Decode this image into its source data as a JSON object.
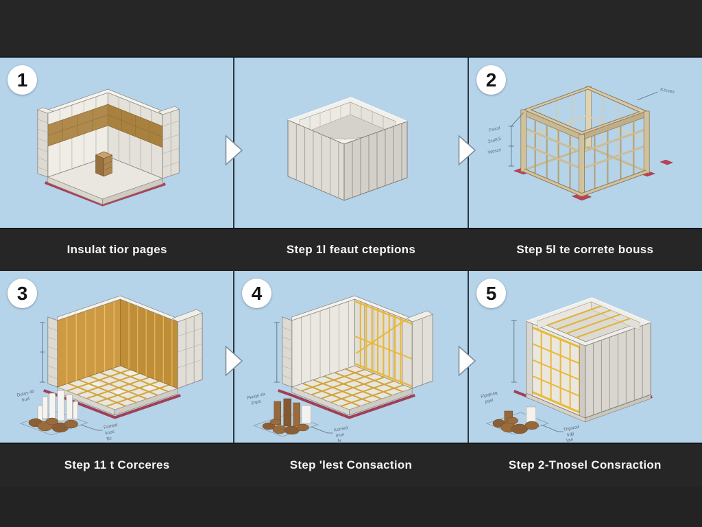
{
  "steps": [
    {
      "badge": "1",
      "caption": "Insulat tior pages"
    },
    {
      "badge": "",
      "caption": "Step 1l feaut cteptions"
    },
    {
      "badge": "2",
      "caption": "Step 5l te correte bouss",
      "annotations": {
        "dim_labels": [
          "Fwcsl",
          "2xu8.5",
          "Woszs"
        ],
        "top_label": "Kzcces"
      }
    },
    {
      "badge": "3",
      "caption": "Step 11 t Corceres",
      "annotations": {
        "pile_label_1": "Dutos 40",
        "pile_label_2": "frud",
        "leader_label_1": "Fomed",
        "leader_label_2": "koos",
        "leader_label_3": "Bc"
      }
    },
    {
      "badge": "4",
      "caption": "Step 'lest Consaction",
      "annotations": {
        "pile_label_1": "Pkuqn za",
        "pile_label_2": "2npa",
        "leader_label_1": "Komed",
        "leader_label_2": "Inun",
        "leader_label_3": "fv"
      }
    },
    {
      "badge": "5",
      "caption": "Step 2-Tnosel Consraction",
      "annotations": {
        "pile_label_1": "Flpqkulq",
        "pile_label_2": "pqsl",
        "leader_label_1": "Thpwod",
        "leader_label_2": "lrdjl",
        "leader_label_3": "low"
      }
    }
  ],
  "colors": {
    "letterbox_bar": "#242424",
    "caption_bar": "#262626",
    "panel_background": "#b5d3e9",
    "badge_background": "#ffffff",
    "badge_text": "#141414",
    "caption_text": "#f5f5f5",
    "wall_gray": "#e9e7e0",
    "insulation_brown": "#b0894c",
    "timber_tan": "#d7c9a8",
    "frame_gold": "#e8b838",
    "base_red": "#a13f55"
  }
}
